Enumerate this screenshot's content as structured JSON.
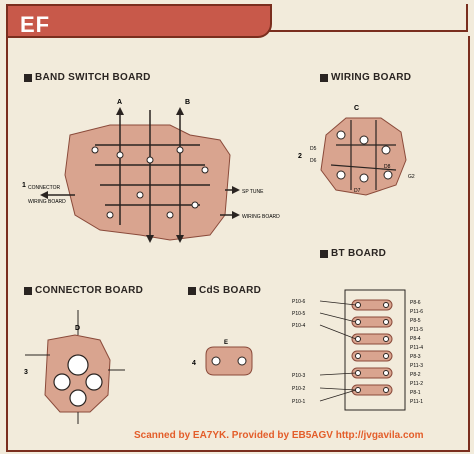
{
  "header": {
    "label": "EF"
  },
  "sections": {
    "band_switch": {
      "title": "BAND SWITCH BOARD",
      "labels": [
        "A",
        "B",
        "1",
        "CONNECTOR",
        "WIRING BOARD",
        "SP TUNE",
        "WIRING BOARD"
      ]
    },
    "wiring": {
      "title": "WIRING BOARD",
      "labels": [
        "C",
        "2",
        "D5",
        "D6",
        "D7",
        "D8",
        "G2"
      ]
    },
    "bt": {
      "title": "BT BOARD",
      "pins_left": [
        "P10-6",
        "P10-5",
        "P10-4",
        "P10-3",
        "P10-2",
        "P10-1"
      ],
      "pins_right": [
        "P8-6",
        "P11-6",
        "P8-5",
        "P11-5",
        "P8-4",
        "P11-4",
        "P8-3",
        "P11-3",
        "P8-2",
        "P11-2",
        "P8-1",
        "P11-1"
      ]
    },
    "connector": {
      "title": "CONNECTOR BOARD",
      "labels": [
        "D",
        "3"
      ]
    },
    "cds": {
      "title": "CdS BOARD",
      "labels": [
        "E",
        "4"
      ]
    }
  },
  "credit": "Scanned by EA7YK. Provided by EB5AGV  http://jvgavila.com"
}
